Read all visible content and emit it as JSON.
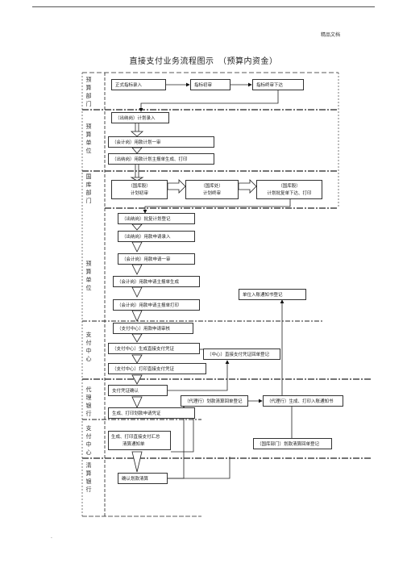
{
  "header": {
    "watermark": "精品文档"
  },
  "title": "直接支付业务流程图示　（预算内资金）",
  "lanes": {
    "l1": "预\n算\n部\n门",
    "l2": "预\n算\n单\n位",
    "l3": "国\n库\n部\n门",
    "l4": "预\n算\n单\n位",
    "l5": "支\n付\n中\n心",
    "l6": "代\n理\n银\n行",
    "l7": "支\n付\n中\n心",
    "l8": "清\n算\n银\n行"
  },
  "boxes": {
    "b1": "正式指标录入",
    "b2": "指标初审",
    "b3": "指标终审下达",
    "b4": "（出纳岗）计划录入",
    "b5": "（会计岗）用款计划一审",
    "b6": "（出纳岗）用款计划主报单生成、打印",
    "b7a": "（国库股）",
    "b7b": "计划初审",
    "b8a": "（国库处）",
    "b8b": "计划终审",
    "b9a": "（国库股）",
    "b9b": "计划批复单下达、打印",
    "b10": "（出纳岗）批复计划登记",
    "b11": "（出纳岗）用款申请录入",
    "b12": "（会计岗）用款申请一审",
    "b13": "（会计岗）用款申请主报单生成",
    "b14": "（会计岗）用款申请主报单打印",
    "b15": "单位入账通知书登记",
    "b16": "（支付中心）用款申请审核",
    "b17": "（支付中心）生成直接支付凭证",
    "b18": "（中心）直接支付凭证回单登记",
    "b19": "（支付中心）打印直接支付凭证",
    "b20": "支付凭证确认",
    "b21": "（代理行）划款清算回单登记",
    "b22": "（代理行）生成、打印入账通知书",
    "b23": "生成、打印划款申请凭证",
    "b24a": "生成、打印直接支付汇总",
    "b24b": "清算通知单",
    "b25": "（国库部门）划款清算回单登记",
    "b26": "确认划款清算"
  },
  "footer": {
    "mark": "."
  }
}
